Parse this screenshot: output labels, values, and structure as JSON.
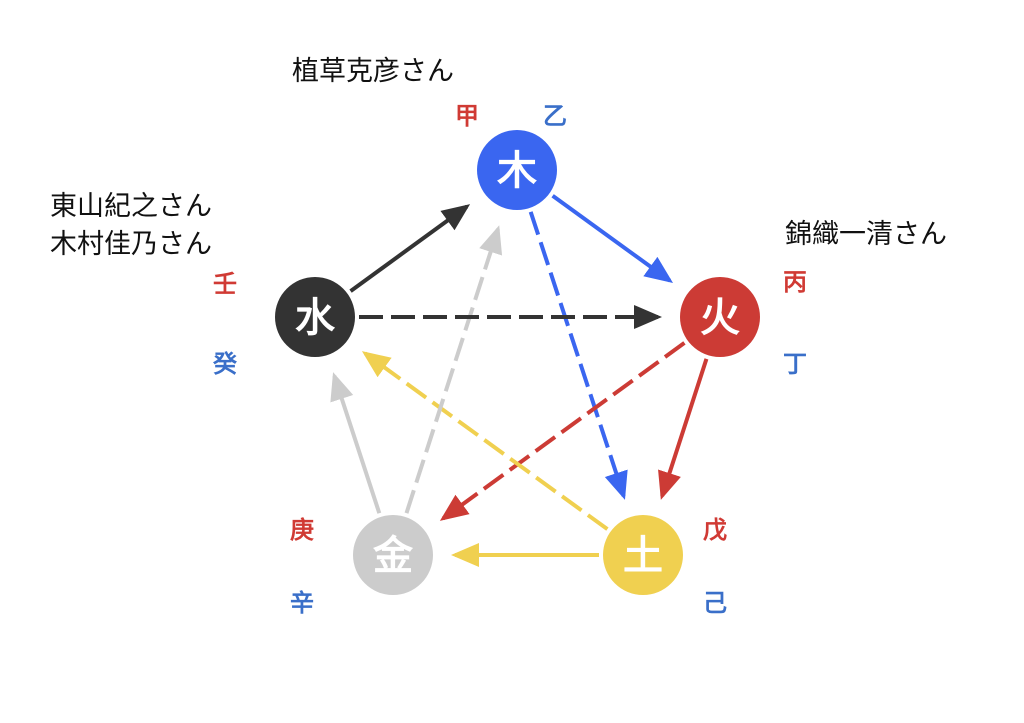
{
  "elements": [
    {
      "char": "木",
      "color": "#3a66f0",
      "stems": [
        "甲",
        "乙"
      ]
    },
    {
      "char": "火",
      "color": "#cc3b35",
      "stems": [
        "丙",
        "丁"
      ]
    },
    {
      "char": "土",
      "color": "#f0d050",
      "stems": [
        "戊",
        "己"
      ]
    },
    {
      "char": "金",
      "color": "#cccccc",
      "stems": [
        "庚",
        "辛"
      ]
    },
    {
      "char": "水",
      "color": "#333333",
      "stems": [
        "壬",
        "癸"
      ]
    }
  ],
  "people": {
    "wood": "植草克彦さん",
    "fire": "錦織一清さん",
    "water_1": "東山紀之さん",
    "water_2": "木村佳乃さん"
  },
  "colors": {
    "yin": "#3a6fc9",
    "yang": "#d03a34"
  }
}
